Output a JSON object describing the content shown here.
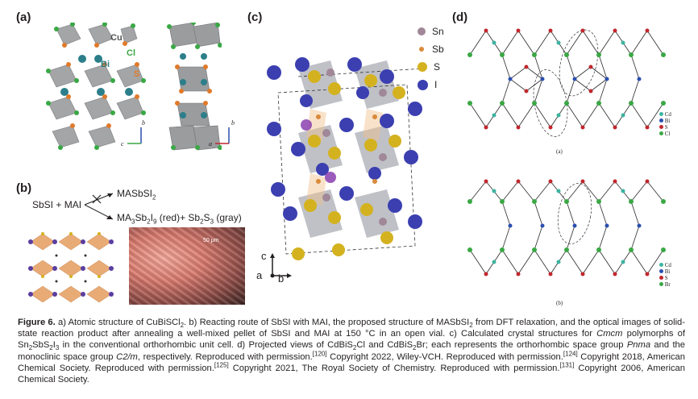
{
  "panels": {
    "a": {
      "label": "(a)",
      "atoms": {
        "cu": "Cu",
        "cl": "Cl",
        "bi": "Bi",
        "s": "S"
      },
      "axes1": {
        "b": "b",
        "c": "c"
      },
      "axes2": {
        "b": "b",
        "a": "a"
      }
    },
    "b": {
      "label": "(b)",
      "reactants": "SbSI + MAI",
      "product1": "MASbSI",
      "product1_sub": "2",
      "product2_text": "MA",
      "product2_rest": "Sb",
      "products_line": "(red)+ Sb",
      "products_tail": "S",
      "products_end": " (gray)",
      "scalebar": "50 μm"
    },
    "c": {
      "label": "(c)",
      "legend": [
        {
          "name": "Sn",
          "color": "#a08898"
        },
        {
          "name": "Sb",
          "color": "#d98a3a"
        },
        {
          "name": "S",
          "color": "#d4b21f"
        },
        {
          "name": "I",
          "color": "#3b3fb0"
        }
      ],
      "axes": {
        "c": "c",
        "a": "a",
        "b": "b"
      }
    },
    "d": {
      "label": "(d)",
      "sub_a": "(a)",
      "sub_b": "(b)",
      "legend_top": [
        "Cd",
        "Bi",
        "S",
        "Cl"
      ],
      "legend_bottom": [
        "Cd",
        "Bi",
        "S",
        "Br"
      ],
      "legend_colors": [
        "#3cb4a0",
        "#2a4fb0",
        "#c0272d",
        "#3aa845"
      ]
    }
  },
  "caption": {
    "fig": "Figure 6.",
    "t1": " a) Atomic structure of CuBiSCl",
    "t1s": "2",
    "t2": ". b) Reacting route of SbSI with MAI, the proposed structure of MASbSI",
    "t2s": "2",
    "t3": " from DFT relaxation, and the optical images of solid-state reaction product after annealing a well-mixed pellet of SbSI and MAI at 150 °C in an open vial. c) Calculated crystal structures for ",
    "t3i": "Cmcm",
    "t4": " polymorphs of Sn",
    "t4s1": "2",
    "t4b": "SbS",
    "t4s2": "2",
    "t4c": "I",
    "t4s3": "3",
    "t5": " in the conventional orthorhombic unit cell. d) Projected views of CdBiS",
    "t5s1": "2",
    "t5b": "Cl and CdBiS",
    "t5s2": "2",
    "t5c": "Br; each represents the orthorhombic space group ",
    "t5i1": "Pnma",
    "t5d": " and the monoclinic space group ",
    "t5i2": "C2/m",
    "t5e": ", respectively. Reproduced with permission.",
    "r1": "[120]",
    "t6": " Copyright 2022, Wiley-VCH. Reproduced with permission.",
    "r2": "[124]",
    "t7": " Copyright 2018, American Chemical Society. Reproduced with permission.",
    "r3": "[125]",
    "t8": " Copyright 2021, The Royal Society of Chemistry. Reproduced with permission.",
    "r4": "[131]",
    "t9": " Copyright 2006, American Chemical Society."
  }
}
